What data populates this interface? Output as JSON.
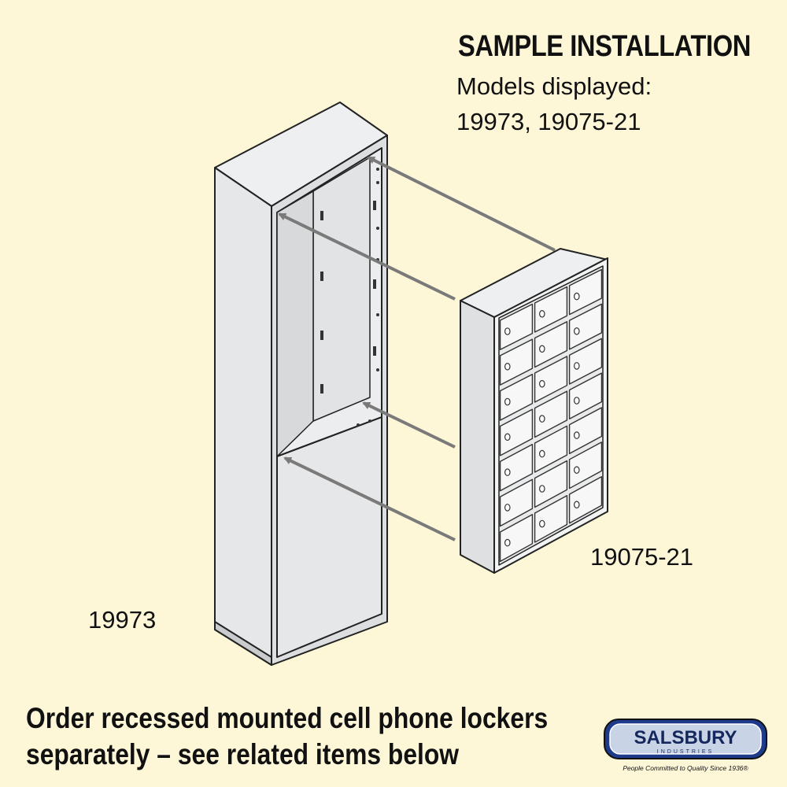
{
  "heading": {
    "title": "SAMPLE INSTALLATION",
    "models_label": "Models displayed:",
    "models_list": "19973, 19075-21"
  },
  "labels": {
    "locker": "19075-21",
    "cabinet": "19973"
  },
  "footer": {
    "line1": "Order recessed mounted cell phone lockers",
    "line2": "separately – see related items below"
  },
  "logo": {
    "name": "SALSBURY",
    "subname": "INDUSTRIES",
    "tagline": "People Committed to Quality Since 1936®"
  },
  "colors": {
    "background": "#fdf7d8",
    "metal": "#e8e9ea",
    "outline": "#222222",
    "arrow": "#7a7a7a",
    "logo_blue": "#1e3a8a"
  },
  "icons": [
    "cabinet-illustration",
    "locker-illustration",
    "arrow-icon",
    "lock-icon",
    "salsbury-logo"
  ]
}
